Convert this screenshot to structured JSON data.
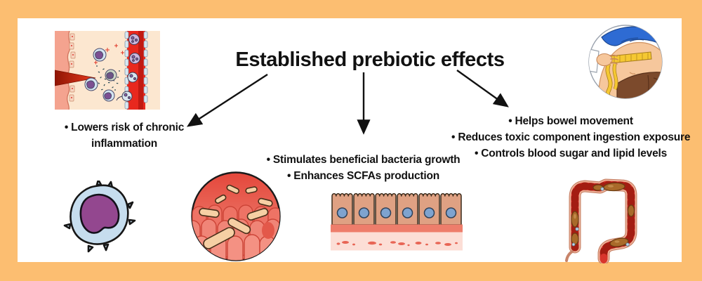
{
  "title": "Established prebiotic effects",
  "branches": {
    "left": {
      "items": [
        "• Lowers risk of chronic inflammation"
      ]
    },
    "middle": {
      "items": [
        "• Stimulates beneficial bacteria growth",
        "• Enhances SCFAs production"
      ]
    },
    "right": {
      "items": [
        "• Helps bowel movement",
        "• Reduces toxic component ingestion exposure",
        "• Controls blood sugar and lipid levels"
      ]
    }
  },
  "icons": {
    "top_left": "inflamed-tissue-illustration",
    "top_right": "waist-measurement-illustration",
    "bottom_left": "immune-cell-illustration",
    "bottom_middle_left": "gut-bacteria-illustration",
    "bottom_middle": "intestinal-epithelium-illustration",
    "bottom_right": "colon-illustration"
  },
  "colors": {
    "frame": "#FCBE71",
    "panel": "#FFFFFF",
    "text": "#111111"
  }
}
